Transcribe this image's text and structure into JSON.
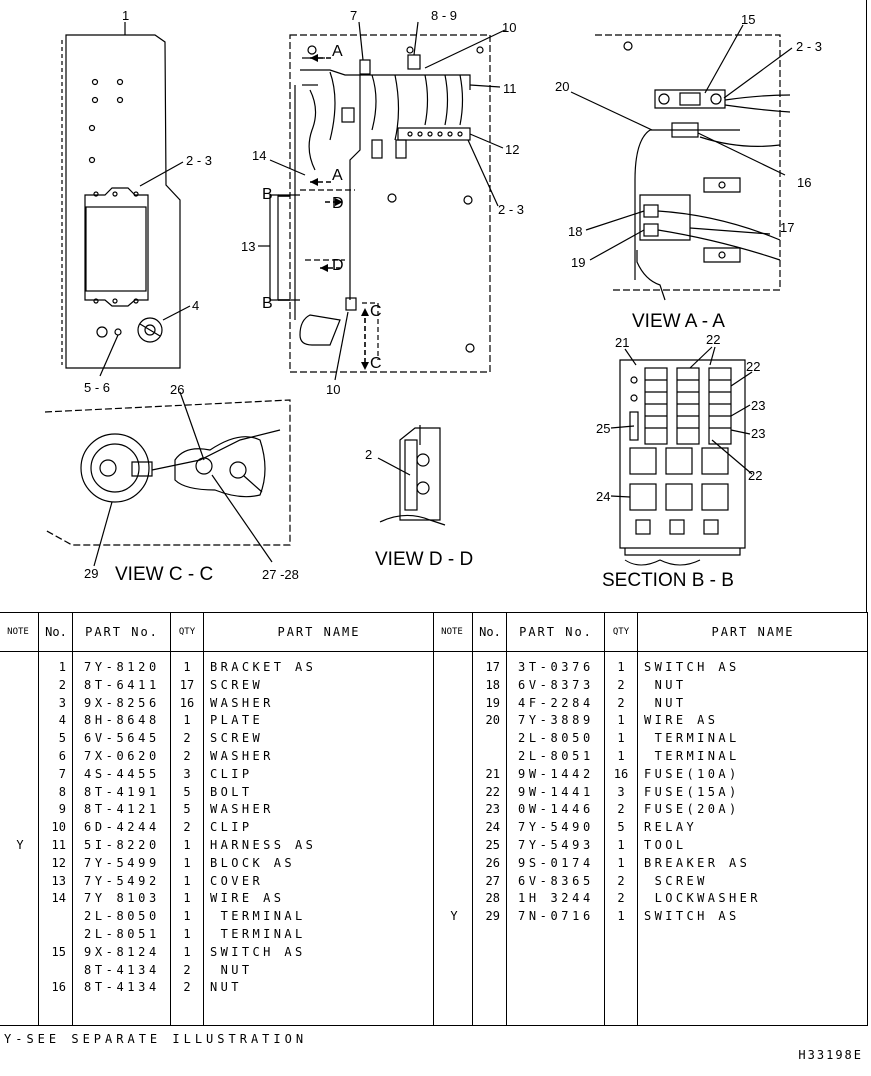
{
  "figure": {
    "callouts": {
      "c1": "1",
      "c23a": "2 - 3",
      "c4": "4",
      "c56": "5 - 6",
      "c7": "7",
      "c89": "8 - 9",
      "c10a": "10",
      "c11": "11",
      "c12": "12",
      "c23b": "2 - 3",
      "c14": "14",
      "c13": "13",
      "c10b": "10",
      "cA1": "A",
      "cA2": "A",
      "cB1": "B",
      "cB2": "B",
      "cD1": "D",
      "cD2": "D",
      "cC1": "C",
      "cC2": "C",
      "c15": "15",
      "c23c": "2 - 3",
      "c20": "20",
      "c16": "16",
      "c17": "17",
      "c18": "18",
      "c19": "19",
      "c21": "21",
      "c22a": "22",
      "c22b": "22",
      "c22c": "22",
      "c23d": "23",
      "c23e": "23",
      "c25": "25",
      "c24": "24",
      "c26": "26",
      "c29": "29",
      "c2728": "27 -28",
      "c2": "2"
    },
    "views": {
      "aa": "VIEW A - A",
      "bb": "SECTION B - B",
      "cc": "VIEW C - C",
      "dd": "VIEW D - D"
    }
  },
  "table": {
    "headers": {
      "note": "NOTE",
      "no": "No.",
      "part_no": "PART No.",
      "qty": "QTY",
      "part_name": "PART NAME"
    },
    "left_rows": [
      {
        "note": "",
        "no": "1",
        "part_no": "7Y-8120",
        "qty": "1",
        "name": "BRACKET AS"
      },
      {
        "note": "",
        "no": "2",
        "part_no": "8T-6411",
        "qty": "17",
        "name": "SCREW"
      },
      {
        "note": "",
        "no": "3",
        "part_no": "9X-8256",
        "qty": "16",
        "name": "WASHER"
      },
      {
        "note": "",
        "no": "4",
        "part_no": "8H-8648",
        "qty": "1",
        "name": "PLATE"
      },
      {
        "note": "",
        "no": "5",
        "part_no": "6V-5645",
        "qty": "2",
        "name": "SCREW"
      },
      {
        "note": "",
        "no": "6",
        "part_no": "7X-0620",
        "qty": "2",
        "name": "WASHER"
      },
      {
        "note": "",
        "no": "7",
        "part_no": "4S-4455",
        "qty": "3",
        "name": "CLIP"
      },
      {
        "note": "",
        "no": "8",
        "part_no": "8T-4191",
        "qty": "5",
        "name": "BOLT"
      },
      {
        "note": "",
        "no": "9",
        "part_no": "8T-4121",
        "qty": "5",
        "name": "WASHER"
      },
      {
        "note": "",
        "no": "10",
        "part_no": "6D-4244",
        "qty": "2",
        "name": "CLIP"
      },
      {
        "note": "Y",
        "no": "11",
        "part_no": "5I-8220",
        "qty": "1",
        "name": "HARNESS AS"
      },
      {
        "note": "",
        "no": "12",
        "part_no": "7Y-5499",
        "qty": "1",
        "name": "BLOCK AS"
      },
      {
        "note": "",
        "no": "13",
        "part_no": "7Y-5492",
        "qty": "1",
        "name": "COVER"
      },
      {
        "note": "",
        "no": "14",
        "part_no": "7Y 8103",
        "qty": "1",
        "name": "WIRE AS"
      },
      {
        "note": "",
        "no": "",
        "part_no": "2L-8050",
        "qty": "1",
        "name": " TERMINAL"
      },
      {
        "note": "",
        "no": "",
        "part_no": "2L-8051",
        "qty": "1",
        "name": " TERMINAL"
      },
      {
        "note": "",
        "no": "15",
        "part_no": "9X-8124",
        "qty": "1",
        "name": "SWITCH AS"
      },
      {
        "note": "",
        "no": "",
        "part_no": "8T-4134",
        "qty": "2",
        "name": " NUT"
      },
      {
        "note": "",
        "no": "16",
        "part_no": "8T-4134",
        "qty": "2",
        "name": "NUT"
      }
    ],
    "right_rows": [
      {
        "note": "",
        "no": "17",
        "part_no": "3T-0376",
        "qty": "1",
        "name": "SWITCH AS"
      },
      {
        "note": "",
        "no": "18",
        "part_no": "6V-8373",
        "qty": "2",
        "name": " NUT"
      },
      {
        "note": "",
        "no": "19",
        "part_no": "4F-2284",
        "qty": "2",
        "name": " NUT"
      },
      {
        "note": "",
        "no": "20",
        "part_no": "7Y-3889",
        "qty": "1",
        "name": "WIRE AS"
      },
      {
        "note": "",
        "no": "",
        "part_no": "2L-8050",
        "qty": "1",
        "name": " TERMINAL"
      },
      {
        "note": "",
        "no": "",
        "part_no": "2L-8051",
        "qty": "1",
        "name": " TERMINAL"
      },
      {
        "note": "",
        "no": "21",
        "part_no": "9W-1442",
        "qty": "16",
        "name": "FUSE(10A)"
      },
      {
        "note": "",
        "no": "22",
        "part_no": "9W-1441",
        "qty": "3",
        "name": "FUSE(15A)"
      },
      {
        "note": "",
        "no": "23",
        "part_no": "0W-1446",
        "qty": "2",
        "name": "FUSE(20A)"
      },
      {
        "note": "",
        "no": "24",
        "part_no": "7Y-5490",
        "qty": "5",
        "name": "RELAY"
      },
      {
        "note": "",
        "no": "25",
        "part_no": "7Y-5493",
        "qty": "1",
        "name": "TOOL"
      },
      {
        "note": "",
        "no": "26",
        "part_no": "9S-0174",
        "qty": "1",
        "name": "BREAKER AS"
      },
      {
        "note": "",
        "no": "27",
        "part_no": "6V-8365",
        "qty": "2",
        "name": " SCREW"
      },
      {
        "note": "",
        "no": "28",
        "part_no": "1H 3244",
        "qty": "2",
        "name": " LOCKWASHER"
      },
      {
        "note": "Y",
        "no": "29",
        "part_no": "7N-0716",
        "qty": "1",
        "name": "SWITCH AS"
      }
    ]
  },
  "footnote": "Y-SEE SEPARATE ILLUSTRATION",
  "reference": "H33198E"
}
